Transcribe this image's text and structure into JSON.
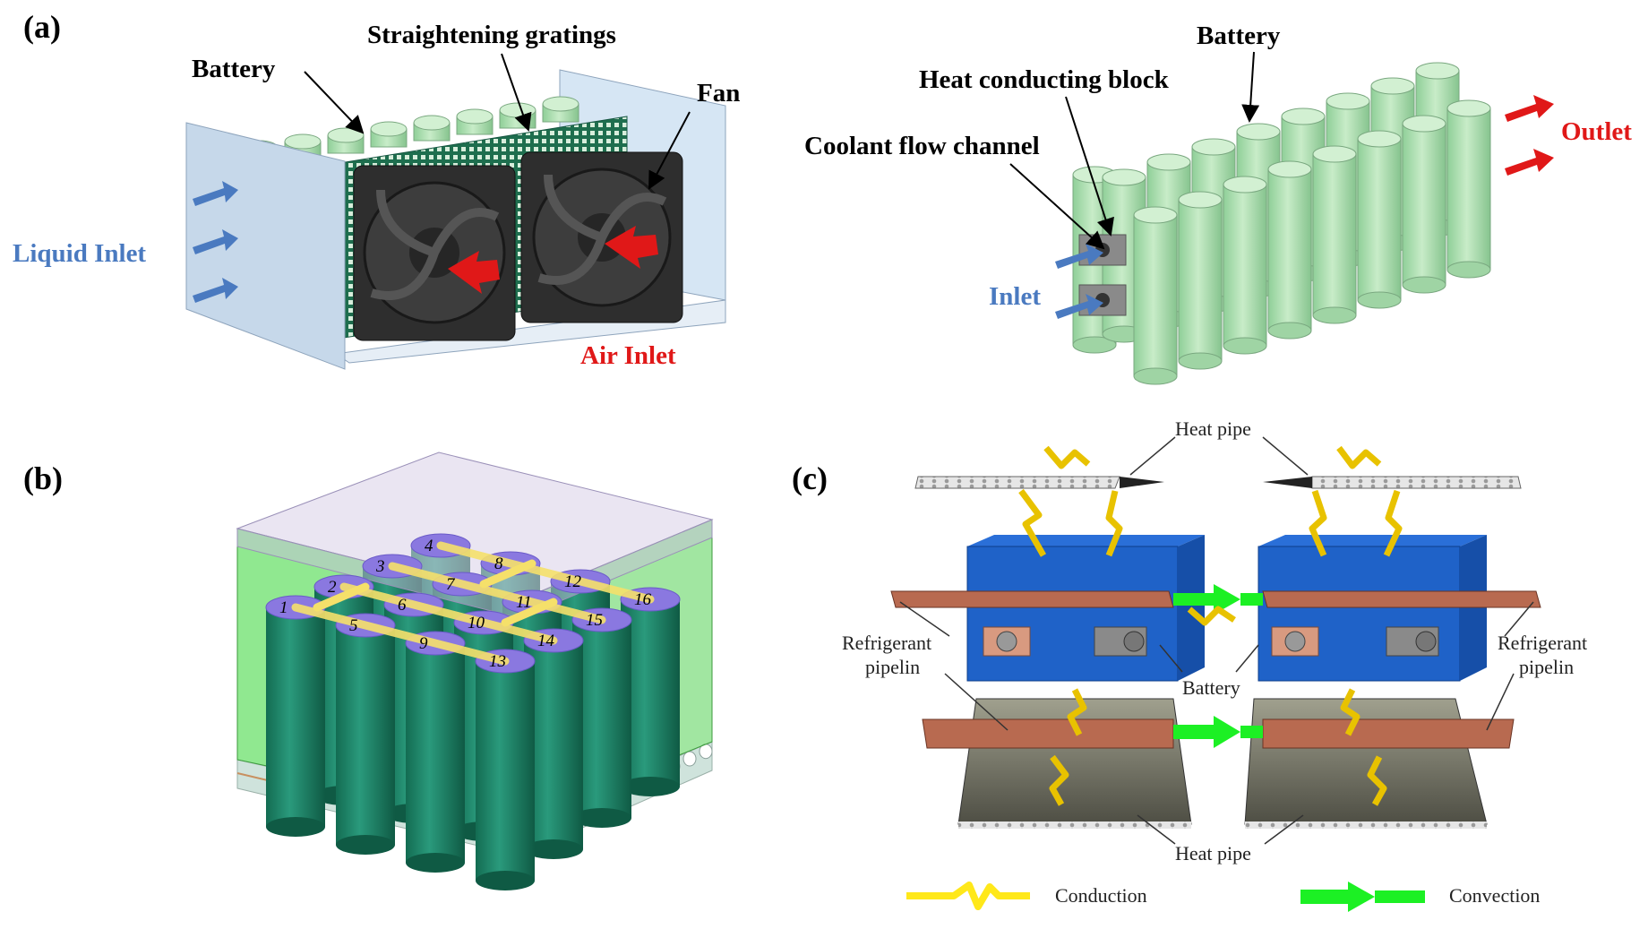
{
  "panels": {
    "a": {
      "label": "(a)",
      "left": {
        "battery": "Battery",
        "gratings": "Straightening gratings",
        "fan": "Fan",
        "liquid_inlet": "Liquid Inlet",
        "air_inlet": "Air Inlet"
      },
      "right": {
        "battery": "Battery",
        "block": "Heat conducting block",
        "channel": "Coolant flow channel",
        "outlet": "Outlet",
        "inlet": "Inlet"
      }
    },
    "b": {
      "label": "(b)",
      "cell_numbers": [
        "1",
        "2",
        "3",
        "4",
        "5",
        "6",
        "7",
        "8",
        "9",
        "10",
        "11",
        "12",
        "13",
        "14",
        "15",
        "16"
      ]
    },
    "c": {
      "label": "(c)",
      "heat_pipe_top": "Heat pipe",
      "heat_pipe_bottom": "Heat pipe",
      "refrigerant_left_1": "Refrigerant",
      "refrigerant_left_2": "pipelin",
      "refrigerant_right_1": "Refrigerant",
      "refrigerant_right_2": "pipelin",
      "battery": "Battery",
      "legend_conduction": "Conduction",
      "legend_convection": "Convection"
    }
  },
  "colors": {
    "battery_green": "#b8e2b8",
    "cell_dark_green": "#1f8a6e",
    "casing_blue": "#1f62c8",
    "copper": "#b86a50",
    "arrow_blue": "#4a7ac0",
    "arrow_red": "#e01818",
    "conduction_yellow": "#ffe81a",
    "convection_green": "#1cf024",
    "cell_top_purple": "#8a78e0"
  }
}
